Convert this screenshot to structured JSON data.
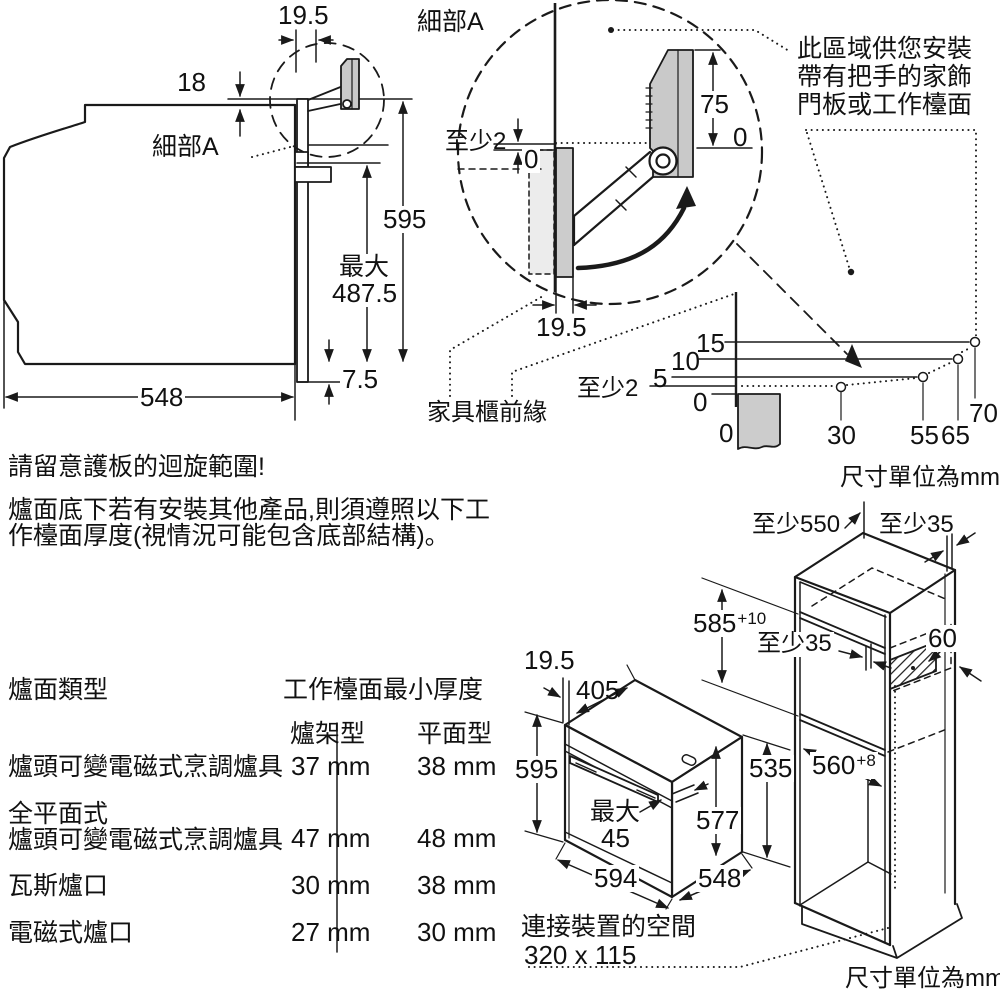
{
  "unit_note": "尺寸單位為mm",
  "side_view": {
    "detail_ref": "細部A",
    "door_offset": "19.5",
    "top_gap": "18",
    "height": "595",
    "max_prefix": "最大",
    "max_value": "487.5",
    "bottom_gap": "7.5",
    "depth": "548"
  },
  "detail_a": {
    "title": "細部A",
    "min_gap": "至少2",
    "flush_left": "0",
    "handle_height": "75",
    "flush_right": "0",
    "door_thickness": "19.5",
    "front_edge_label": "家具櫃前緣"
  },
  "install_note": {
    "lines": [
      "此區域供您安裝",
      "帶有把手的家飾",
      "門板或工作檯面"
    ]
  },
  "clearance_chart": {
    "type": "line",
    "y_ticks": [
      "15",
      "10",
      "5"
    ],
    "min_label": "至少2",
    "y_zero": "0",
    "x_zero": "0",
    "x_ticks": [
      "30",
      "55",
      "65",
      "70"
    ],
    "points_mm": [
      [
        30,
        2
      ],
      [
        55,
        5
      ],
      [
        65,
        10
      ],
      [
        70,
        15
      ]
    ]
  },
  "warning": {
    "headline": "請留意護板的迴旋範圍!",
    "body_lines": [
      "爐面底下若有安裝其他產品,則須遵照以下工",
      "作檯面厚度(視情況可能包含底部結構)。"
    ]
  },
  "hob_table": {
    "col_type": "爐面類型",
    "col_thickness": "工作檯面最小厚度",
    "sub_frame": "爐架型",
    "sub_flat": "平面型",
    "rows": [
      {
        "type_lines": [
          "爐頭可變電磁式烹調爐具"
        ],
        "frame": "37 mm",
        "flat": "38 mm"
      },
      {
        "type_lines": [
          "全平面式",
          "爐頭可變電磁式烹調爐具"
        ],
        "frame": "47 mm",
        "flat": "48 mm"
      },
      {
        "type_lines": [
          "瓦斯爐口"
        ],
        "frame": "30 mm",
        "flat": "38 mm"
      },
      {
        "type_lines": [
          "電磁式爐口"
        ],
        "frame": "27 mm",
        "flat": "30 mm"
      }
    ]
  },
  "oven_iso": {
    "door_offset": "19.5",
    "top_inset": "405",
    "height": "595",
    "max_prefix": "最大",
    "max_value": "45",
    "width": "594",
    "depth": "548",
    "body_height": "577"
  },
  "cabinet": {
    "depth_min": "至少550",
    "top_clearance": "至少35",
    "niche_height": "585",
    "niche_height_tol": "+10",
    "shelf_clearance": "至少35",
    "vent_depth": "60",
    "opening_height": "535",
    "inner_depth": "560",
    "inner_depth_tol": "+8",
    "connection_lines": [
      "連接裝置的空間",
      "320 x 115"
    ]
  }
}
